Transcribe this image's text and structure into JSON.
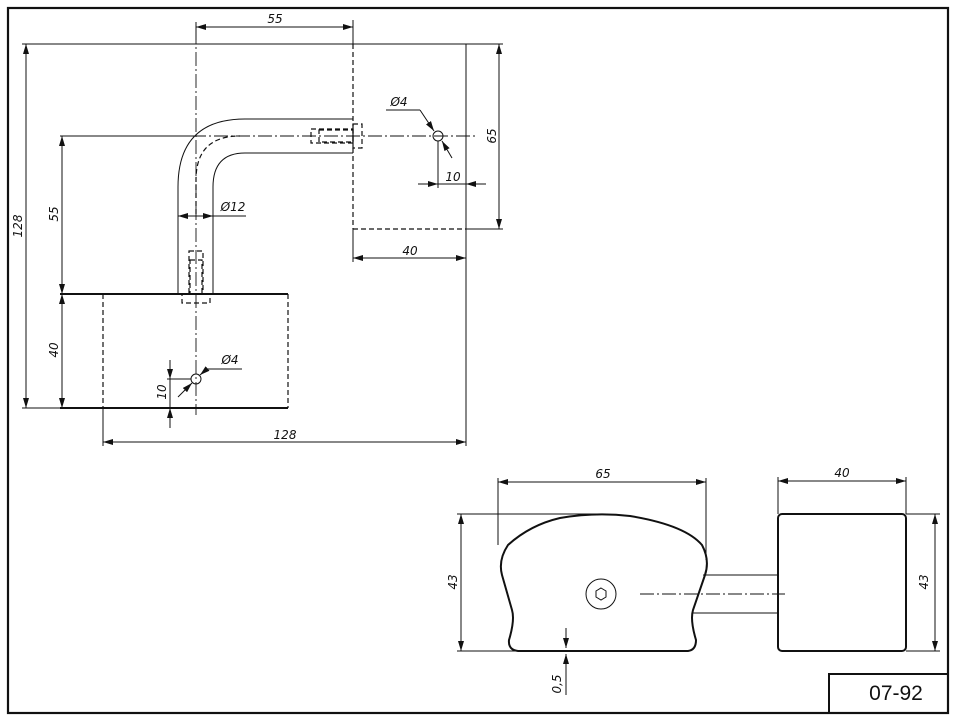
{
  "drawing": {
    "number": "07-92",
    "line_color": "#111111",
    "background": "#ffffff"
  },
  "top_view": {
    "dims": {
      "top_width": "55",
      "overall_height": "128",
      "left_vertical": "55",
      "block_height": "40",
      "overall_width": "128",
      "right_block_height": "65",
      "right_block_width": "40",
      "right_hole_diameter": "Ø4",
      "right_hole_offset": "10",
      "rod_diameter": "Ø12",
      "left_hole_diameter": "Ø4",
      "left_hole_offset": "10"
    }
  },
  "side_view": {
    "dims": {
      "knob_width": "65",
      "knob_height": "43",
      "block_width": "40",
      "block_height": "43",
      "gap": "0,5"
    },
    "screw_icon": "hex-socket-screw"
  }
}
